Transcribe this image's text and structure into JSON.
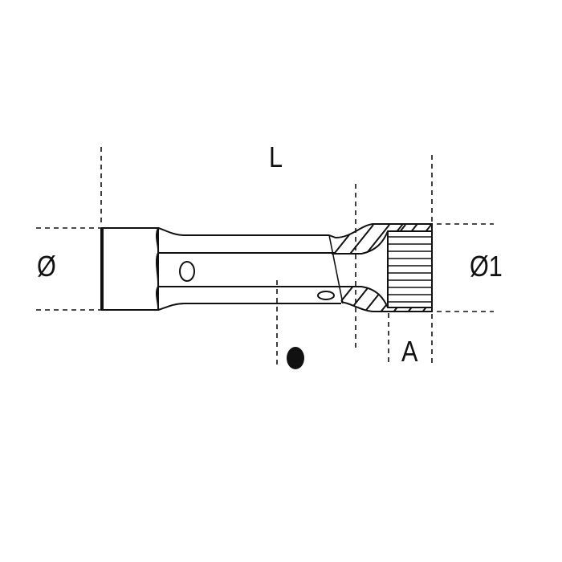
{
  "drawing": {
    "subject": "tubular box wrench / spark plug socket technical drawing",
    "line_color": "#111111",
    "background": "#ffffff"
  },
  "dimensions": {
    "length_label": "L",
    "diameter_label": "Ø",
    "diameter1_label": "Ø1",
    "depth_label": "A"
  },
  "symbols": {
    "dot": "filled-ellipse-marker"
  }
}
